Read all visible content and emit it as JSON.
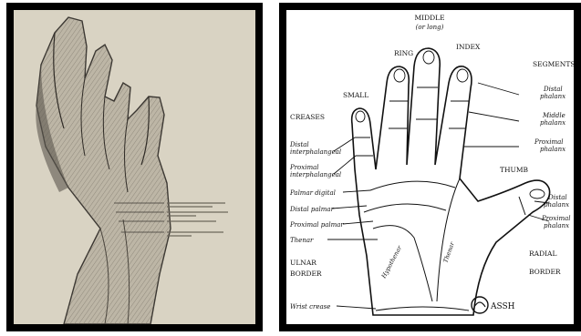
{
  "right_figure": {
    "fingers": {
      "middle": "MIDDLE",
      "middle_sub": "(or long)",
      "ring": "RING",
      "index": "INDEX",
      "small": "SMALL",
      "thumb": "THUMB"
    },
    "segments": {
      "title": "SEGMENTS",
      "distal_1": "Distal",
      "distal_2": "phalanx",
      "middle_1": "Middle",
      "middle_2": "phalanx",
      "proximal_1": "Proximal",
      "proximal_2": "phalanx",
      "thumb_distal_1": "Distal",
      "thumb_distal_2": "phalanx",
      "thumb_proximal_1": "Proximal",
      "thumb_proximal_2": "phalanx"
    },
    "creases": {
      "title": "CREASES",
      "distal_ip_1": "Distal",
      "distal_ip_2": "interphalangeal",
      "proximal_ip_1": "Proximal",
      "proximal_ip_2": "interphalangeal",
      "palmar_digital": "Palmar digital",
      "distal_palmar": "Distal palmar",
      "proximal_palmar": "Proximal palmar",
      "thenar": "Thenar",
      "wrist": "Wrist crease"
    },
    "regions": {
      "hypothenar": "Hypothenar",
      "thenar_palm": "Thenar"
    },
    "borders": {
      "ulnar_1": "ULNAR",
      "ulnar_2": "BORDER",
      "radial_1": "RADIAL",
      "radial_2": "BORDER"
    },
    "logo_text": "ASSH"
  }
}
